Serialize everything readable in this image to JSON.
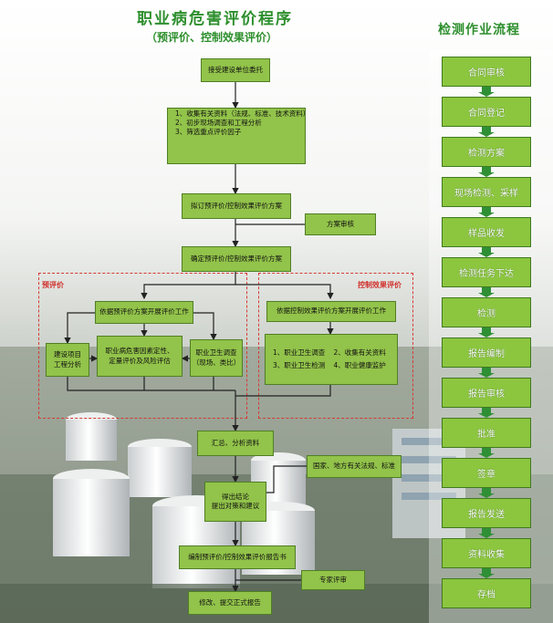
{
  "main_title": "职业病危害评价程序",
  "sub_title": "（预评价、控制效果评价）",
  "right_title": "检测作业流程",
  "flow": {
    "entrust": "接受建设单位委托",
    "collect": [
      "1、收集有关资料（法规、标准、技术资料）",
      "2、初步现场调查和工程分析",
      "3、筛选重点评价因子"
    ],
    "draft_plan": "拟订预评价/控制效果评价方案",
    "plan_review": "方案审核",
    "confirm_plan": "确定预评价/控制效果评价方案",
    "pre_label": "预评价",
    "ctrl_label": "控制效果评价",
    "pre_exec": "依据预评价方案开展评价工作",
    "project_analysis": [
      "建设项目",
      "工程分析"
    ],
    "hazard_eval": [
      "职业病危害因素定性、",
      "定量评价及风险评估"
    ],
    "health_survey": [
      "职业卫生调查",
      "（现场、类比）"
    ],
    "ctrl_exec": "依据控制效果评价方案开展评价工作",
    "ctrl_items": [
      "1、职业卫生调查",
      "2、收集有关资料",
      "3、职业卫生检测",
      "4、职业健康监护"
    ],
    "summary": "汇总、分析资料",
    "regulations": "国家、地方有关法规、标准",
    "conclusion": [
      "得出结论",
      "提出对策和建议"
    ],
    "report": "编制预评价/控制效果评价报告书",
    "expert_review": "专家评审",
    "final": "修改、提交正式报告"
  },
  "steps": [
    "合同审核",
    "合同登记",
    "检测方案",
    "现场检测、采样",
    "样品收发",
    "检测任务下达",
    "检测",
    "报告编制",
    "报告审核",
    "批准",
    "签章",
    "报告发送",
    "资料收集",
    "存档"
  ],
  "colors": {
    "box": "#92c34a",
    "line": "#222222",
    "dash": "#d63a33",
    "title": "#2d8f2d",
    "step": "#8cc63f"
  }
}
